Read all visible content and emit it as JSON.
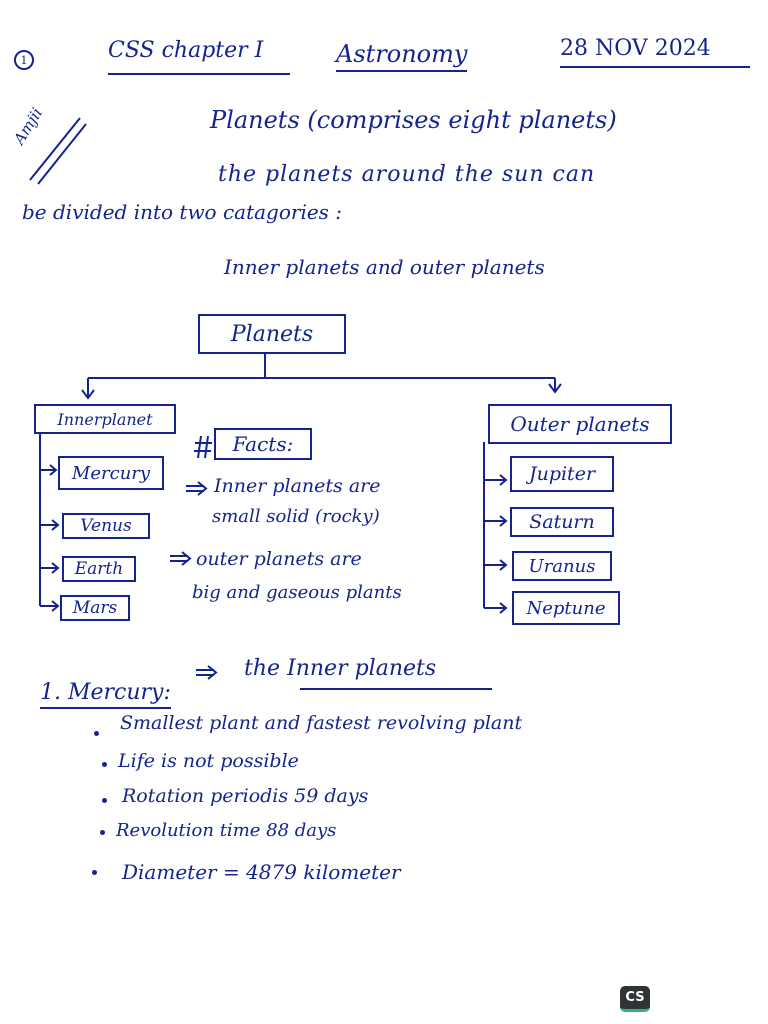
{
  "header": {
    "page_number": "1",
    "subject": "CSS chapter I",
    "topic": "Astronomy",
    "date": "28 NOV 2024",
    "margin_note": "Amjii"
  },
  "intro": {
    "title": "Planets (comprises eight planets)",
    "line1": "the planets around the sun can",
    "line2": "be divided into two catagories :",
    "line3": "Inner planets and outer planets"
  },
  "diagram": {
    "root": "Planets",
    "inner_title": "Innerplanet",
    "inner_items": [
      "Mercury",
      "Venus",
      "Earth",
      "Mars"
    ],
    "outer_title": "Outer planets",
    "outer_items": [
      "Jupiter",
      "Saturn",
      "Uranus",
      "Neptune"
    ]
  },
  "facts": {
    "heading": "Facts:",
    "fact1_a": "Inner planets are",
    "fact1_b": "small solid (rocky)",
    "fact2_a": "outer planets are",
    "fact2_b": "big and gaseous plants"
  },
  "section": {
    "heading": "the Inner planets",
    "item_title": "1. Mercury:",
    "bullets": [
      "Smallest plant and fastest revolving plant",
      "Life is not possible",
      "Rotation periodis 59 days",
      "Revolution time 88 days",
      "Diameter = 4879 kilometer"
    ]
  },
  "watermark": "CS"
}
